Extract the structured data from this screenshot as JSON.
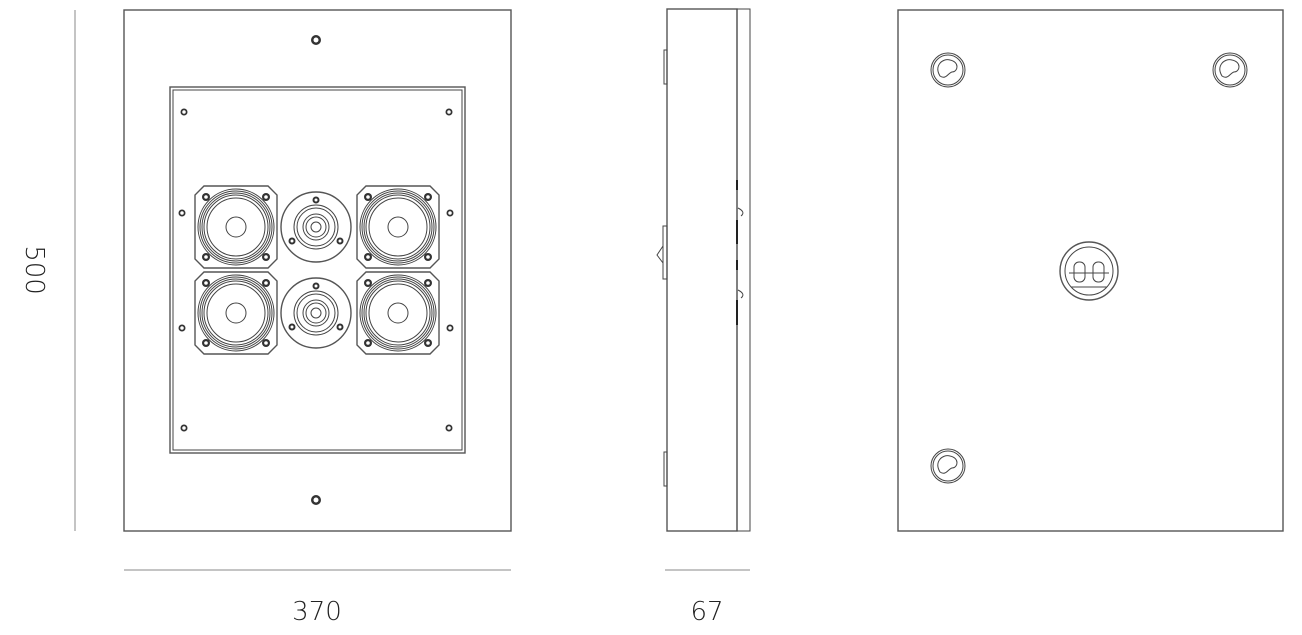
{
  "dimensions": {
    "height_label": "500",
    "width_label": "370",
    "depth_label": "67"
  },
  "views": [
    "front-view",
    "side-view",
    "back-view"
  ],
  "drivers": {
    "woofers": 4,
    "tweeters": 2
  }
}
